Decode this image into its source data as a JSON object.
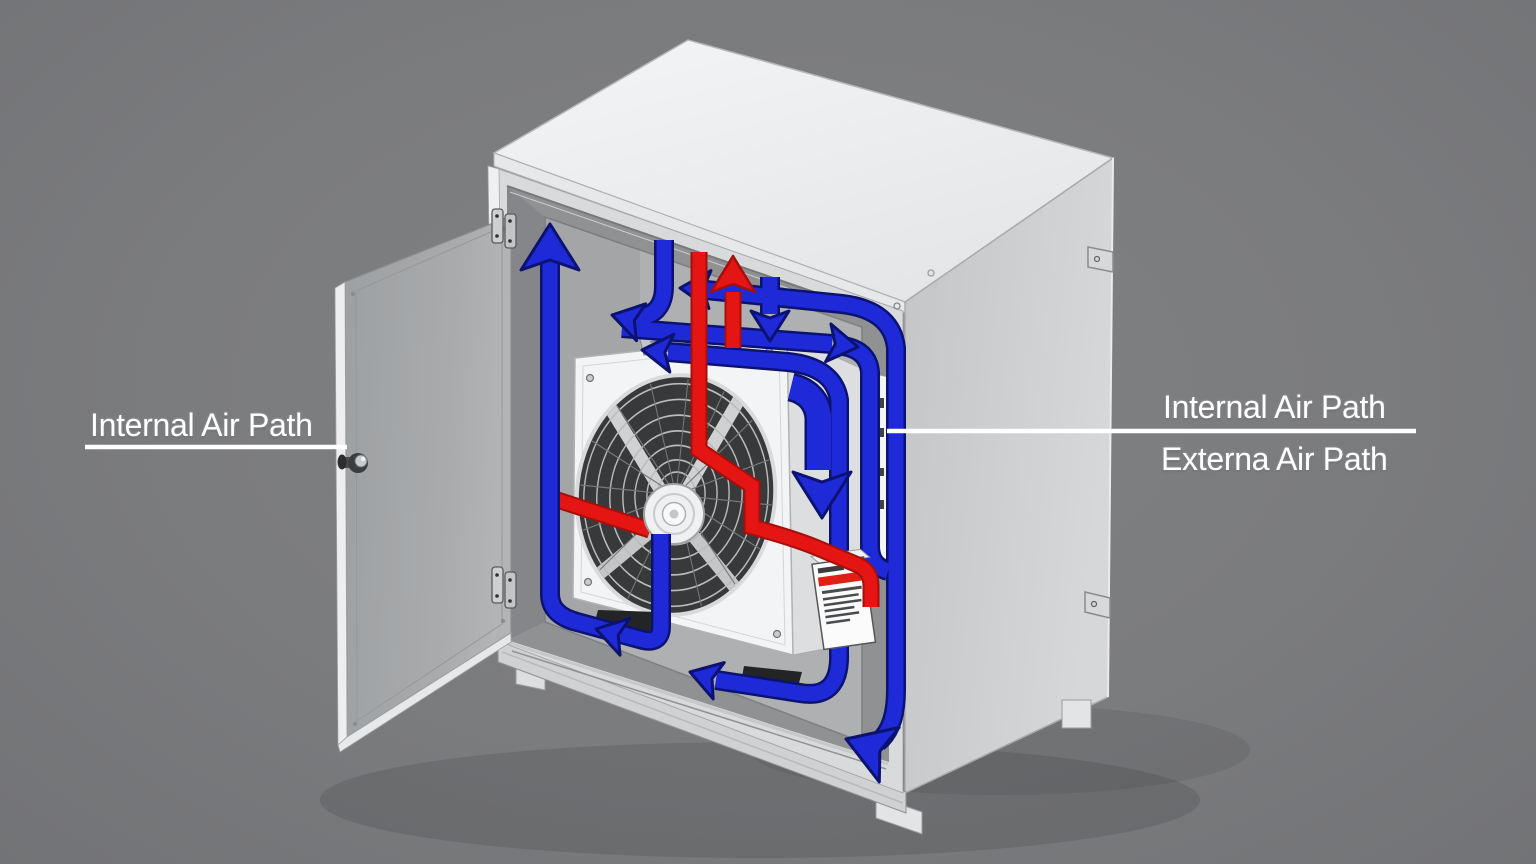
{
  "labels": {
    "left": "Internal Air Path",
    "right_top": "Internal Air Path",
    "right_bottom": "Externa Air Path"
  },
  "colors": {
    "background": "#7b7c7e",
    "flow_blue": "#1e2ad8",
    "flow_blue_dark": "#0c1270",
    "flow_red": "#e41512",
    "flow_red_dark": "#a50f0c",
    "leader_line": "#ffffff",
    "label_text": "#ffffff",
    "cabinet_top": "#eef0f1",
    "cabinet_body": "#d8dadb",
    "cabinet_right_side": "#c9cbcd",
    "cabinet_interior": "#8f9193",
    "door_panel": "#a6a8aa",
    "fan_plate": "#f3f4f5",
    "warning_label_stripe": "#e02014"
  }
}
